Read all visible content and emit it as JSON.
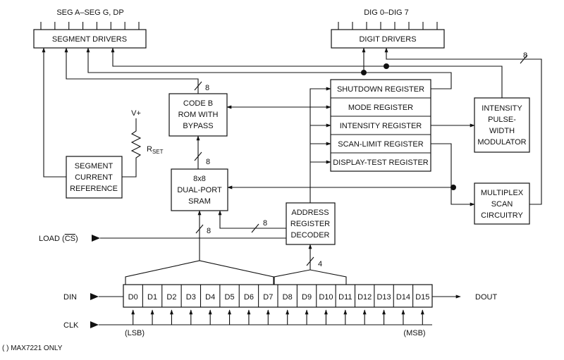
{
  "top_labels": {
    "segments": "SEG A–SEG G, DP",
    "digits": "DIG 0–DIG 7"
  },
  "blocks": {
    "segment_drivers": "SEGMENT DRIVERS",
    "digit_drivers": "DIGIT DRIVERS",
    "code_b": [
      "CODE B",
      "ROM WITH",
      "BYPASS"
    ],
    "sram": [
      "8x8",
      "DUAL-PORT",
      "SRAM"
    ],
    "segment_current": [
      "SEGMENT",
      "CURRENT",
      "REFERENCE"
    ],
    "shutdown_register": "SHUTDOWN REGISTER",
    "mode_register": "MODE REGISTER",
    "intensity_register": "INTENSITY REGISTER",
    "scan_limit_register": "SCAN-LIMIT REGISTER",
    "display_test_register": "DISPLAY-TEST REGISTER",
    "intensity_pwm": [
      "INTENSITY",
      "PULSE-",
      "WIDTH",
      "MODULATOR"
    ],
    "multiplex": [
      "MULTIPLEX",
      "SCAN",
      "CIRCUITRY"
    ],
    "address_decoder": [
      "ADDRESS",
      "REGISTER",
      "DECODER"
    ]
  },
  "rset": {
    "supply": "V+",
    "label": "R",
    "subscript": "SET"
  },
  "bus_widths": {
    "digit_bus": "8",
    "code_b_bus": "8",
    "sram_in": "8",
    "addr_to_sram": "8",
    "load_bus": "8",
    "addr_nibble": "4"
  },
  "shift_register": {
    "cells": [
      "D0",
      "D1",
      "D2",
      "D3",
      "D4",
      "D5",
      "D6",
      "D7",
      "D8",
      "D9",
      "D10",
      "D11",
      "D12",
      "D13",
      "D14",
      "D15"
    ],
    "lsb": "(LSB)",
    "msb": "(MSB)"
  },
  "pins": {
    "load_prefix": "LOAD (",
    "load_cs": "CS",
    "load_suffix": ")",
    "din": "DIN",
    "clk": "CLK",
    "dout": "DOUT"
  },
  "footnote": "( ) MAX7221 ONLY"
}
